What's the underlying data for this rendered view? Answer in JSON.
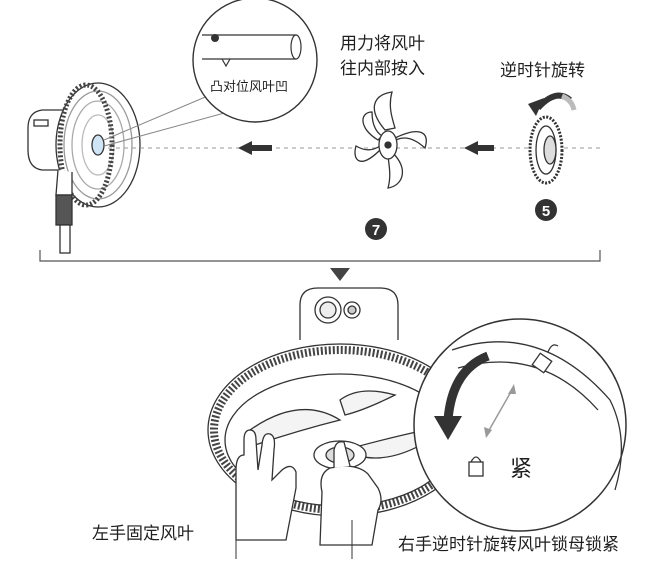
{
  "labels": {
    "align_notch": "凸对位风叶凹",
    "push_blade_line1": "用力将风叶",
    "push_blade_line2": "往内部按入",
    "rotate_ccw": "逆时针旋转",
    "tighten": "紧",
    "left_hand": "左手固定风叶",
    "right_hand": "右手逆时针旋转风叶锁母锁紧"
  },
  "steps": {
    "nut_step": "5",
    "blade_step": "7"
  },
  "colors": {
    "line": "#333333",
    "grill": "#444444",
    "badge": "#333333",
    "arrow": "#3a3a3a",
    "light": "#bdbdbd",
    "dashed": "#999999"
  }
}
